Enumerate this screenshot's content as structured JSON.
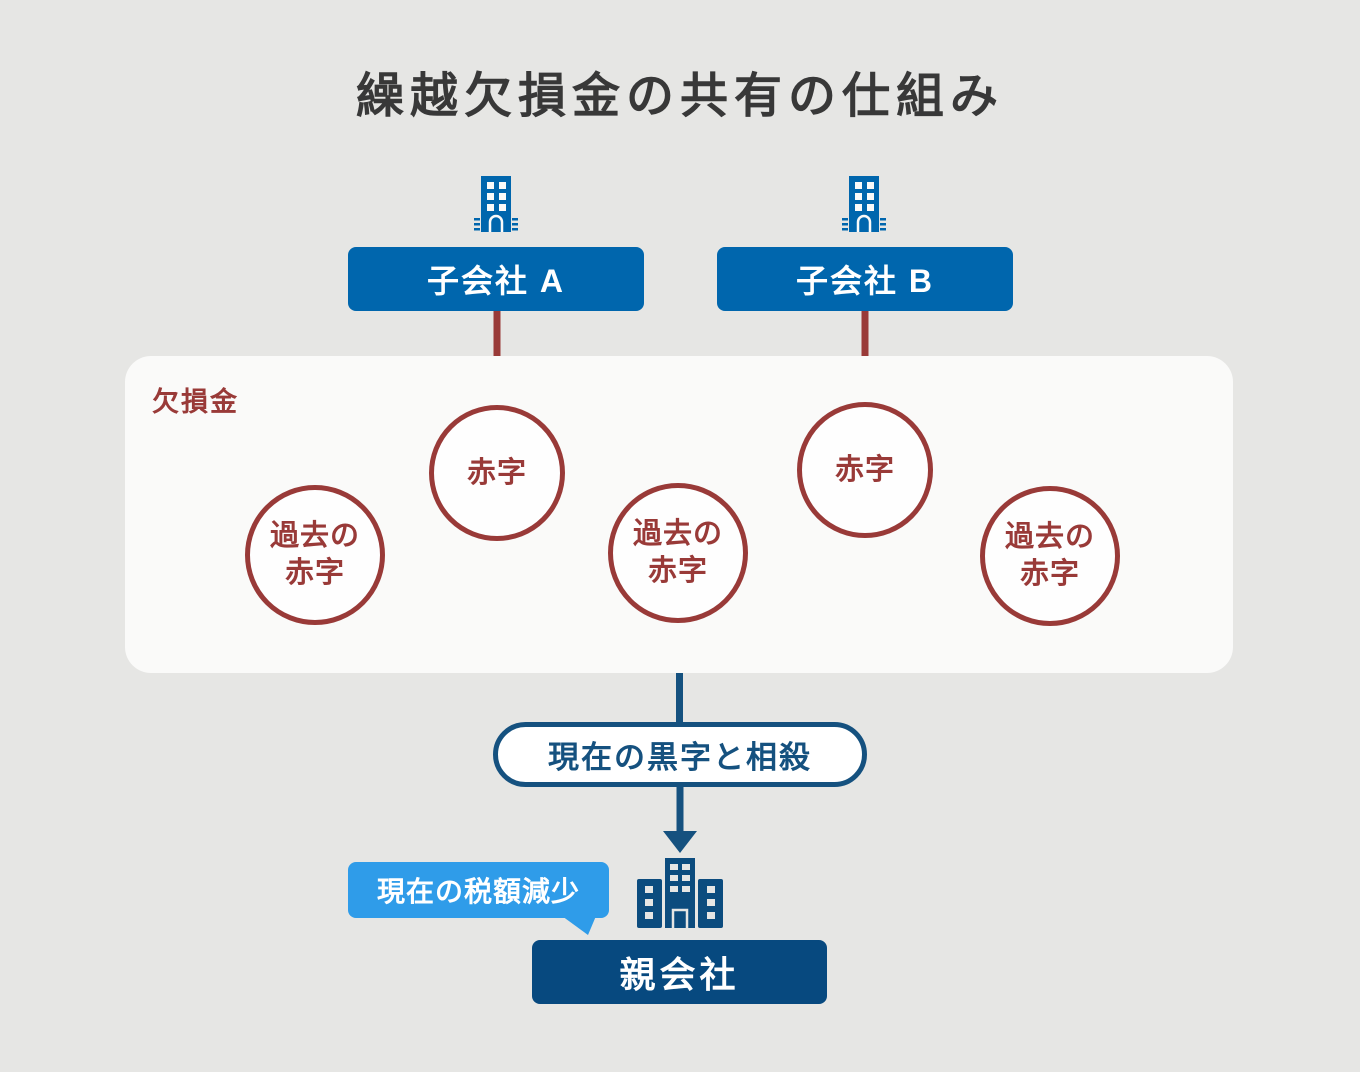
{
  "title": "繰越欠損金の共有の仕組み",
  "subsidiaries": [
    {
      "label": "子会社 A"
    },
    {
      "label": "子会社 B"
    }
  ],
  "loss_panel": {
    "label": "欠損金",
    "circles": [
      {
        "label": "過去の\n赤字"
      },
      {
        "label": "赤字"
      },
      {
        "label": "過去の\n赤字"
      },
      {
        "label": "赤字"
      },
      {
        "label": "過去の\n赤字"
      }
    ]
  },
  "offset_pill": {
    "label": "現在の黒字と相殺"
  },
  "tax_callout": {
    "label": "現在の税額減少"
  },
  "parent_company": {
    "label": "親会社"
  },
  "icons": {
    "subsidiary_a": "office-building-icon",
    "subsidiary_b": "office-building-icon",
    "parent": "headquarters-building-icon"
  },
  "colors": {
    "background": "#e6e6e4",
    "panel_background": "#fafaf9",
    "subsidiary_blue": "#0066ad",
    "parent_navy": "#07497f",
    "connector_navy": "#15517f",
    "callout_blue": "#2f9ce9",
    "deficit_red": "#993a38",
    "title_text": "#383838"
  }
}
